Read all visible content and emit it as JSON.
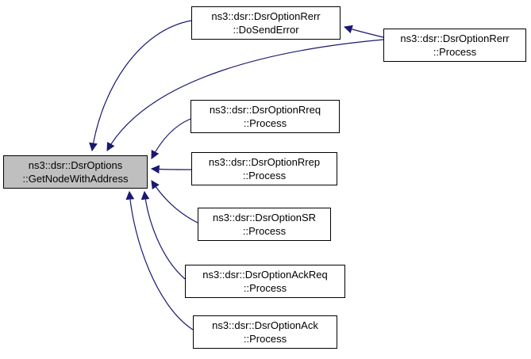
{
  "diagram": {
    "type": "doxygen-caller-graph",
    "colors": {
      "edge": "#191970",
      "node_border": "#000000",
      "node_fill": "#ffffff",
      "highlight_fill": "#bfbfbf",
      "background": "#ffffff"
    },
    "nodes": [
      {
        "id": "getNodeWithAddress",
        "line1": "ns3::dsr::DsrOptions",
        "line2": "::GetNodeWithAddress",
        "highlighted": true
      },
      {
        "id": "doSendError",
        "line1": "ns3::dsr::DsrOptionRerr",
        "line2": "::DoSendError",
        "highlighted": false
      },
      {
        "id": "rerrProcess",
        "line1": "ns3::dsr::DsrOptionRerr",
        "line2": "::Process",
        "highlighted": false
      },
      {
        "id": "rreqProcess",
        "line1": "ns3::dsr::DsrOptionRreq",
        "line2": "::Process",
        "highlighted": false
      },
      {
        "id": "rrepProcess",
        "line1": "ns3::dsr::DsrOptionRrep",
        "line2": "::Process",
        "highlighted": false
      },
      {
        "id": "srProcess",
        "line1": "ns3::dsr::DsrOptionSR",
        "line2": "::Process",
        "highlighted": false
      },
      {
        "id": "ackReqProcess",
        "line1": "ns3::dsr::DsrOptionAckReq",
        "line2": "::Process",
        "highlighted": false
      },
      {
        "id": "ackProcess",
        "line1": "ns3::dsr::DsrOptionAck",
        "line2": "::Process",
        "highlighted": false
      }
    ],
    "edges": [
      {
        "from": "doSendError",
        "to": "getNodeWithAddress"
      },
      {
        "from": "rerrProcess",
        "to": "getNodeWithAddress"
      },
      {
        "from": "rerrProcess",
        "to": "doSendError"
      },
      {
        "from": "rreqProcess",
        "to": "getNodeWithAddress"
      },
      {
        "from": "rrepProcess",
        "to": "getNodeWithAddress"
      },
      {
        "from": "srProcess",
        "to": "getNodeWithAddress"
      },
      {
        "from": "ackReqProcess",
        "to": "getNodeWithAddress"
      },
      {
        "from": "ackProcess",
        "to": "getNodeWithAddress"
      }
    ]
  }
}
